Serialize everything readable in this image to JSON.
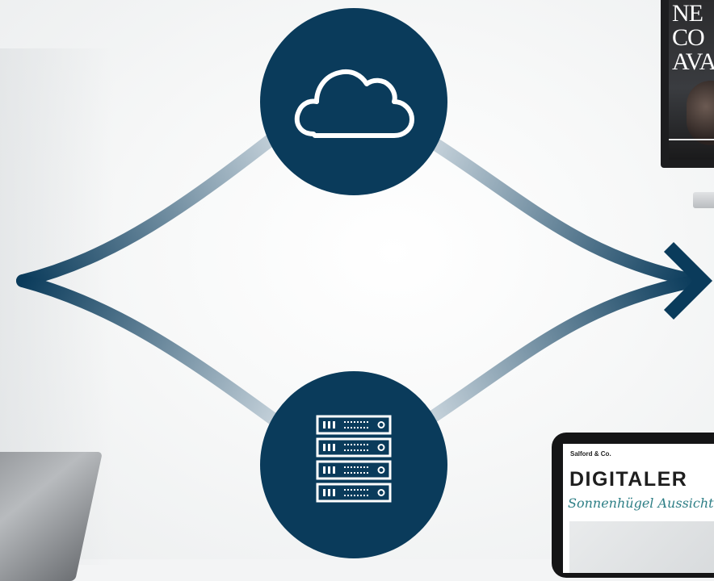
{
  "diagram": {
    "colors": {
      "node_fill": "#0a3b5b",
      "arrow_dark": "#0a3b5b",
      "arrow_light": "#bccbd5",
      "icon_stroke": "#ffffff"
    },
    "nodes": [
      {
        "id": "cloud",
        "icon": "cloud-icon"
      },
      {
        "id": "server",
        "icon": "server-rack-icon"
      }
    ],
    "arrow_icon": "arrow-right-icon"
  },
  "monitor": {
    "headline": "NE\nCO\nAVA"
  },
  "tablet": {
    "brand": "Salford & Co.",
    "title": "DIGITALER",
    "subtitle": "Sonnenhügel Aussicht"
  }
}
